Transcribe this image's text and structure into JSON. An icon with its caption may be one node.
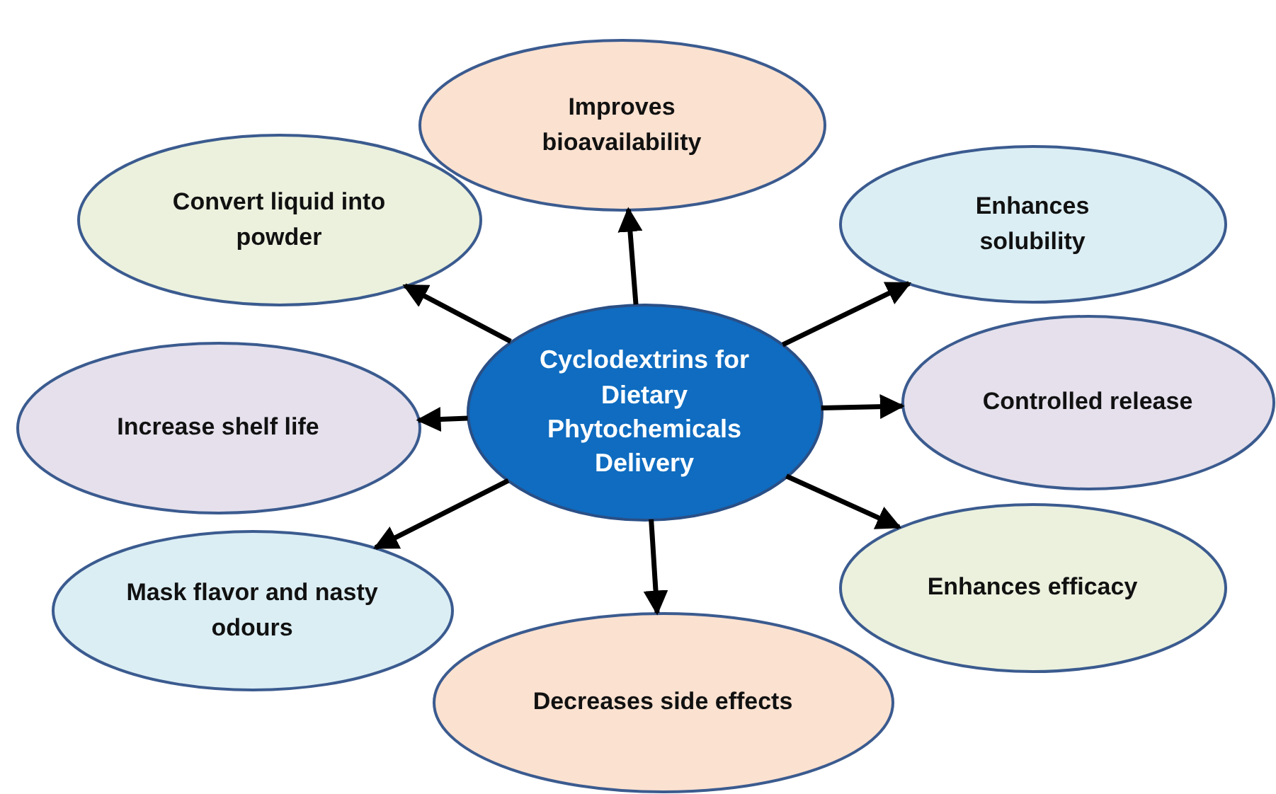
{
  "diagram": {
    "nodes": [
      {
        "text": [
          "Cyclodextrins for Dietary Phytochemicals Delivery"
        ]
      },
      {
        "text": [
          "Improves bioavailability"
        ]
      },
      {
        "text": [
          "Convert liquid into powder"
        ]
      },
      {
        "text": [
          "Enhances solubility"
        ]
      },
      {
        "text": [
          "Increase shelf life"
        ]
      },
      {
        "text": [
          "Controlled release"
        ]
      },
      {
        "text": [
          "Mask flavor and nasty odours"
        ]
      },
      {
        "text": [
          "Enhances efficacy"
        ]
      },
      {
        "text": [
          "Decreases side effects"
        ]
      }
    ],
    "edges": [
      {
        "from": 0,
        "to": 1,
        "arrow": "to"
      },
      {
        "from": 0,
        "to": 2,
        "arrow": "to"
      },
      {
        "from": 0,
        "to": 3,
        "arrow": "to"
      },
      {
        "from": 0,
        "to": 4,
        "arrow": "to"
      },
      {
        "from": 0,
        "to": 5,
        "arrow": "to"
      },
      {
        "from": 0,
        "to": 6,
        "arrow": "to"
      },
      {
        "from": 0,
        "to": 7,
        "arrow": "to"
      },
      {
        "from": 0,
        "to": 8,
        "arrow": "to"
      }
    ]
  }
}
